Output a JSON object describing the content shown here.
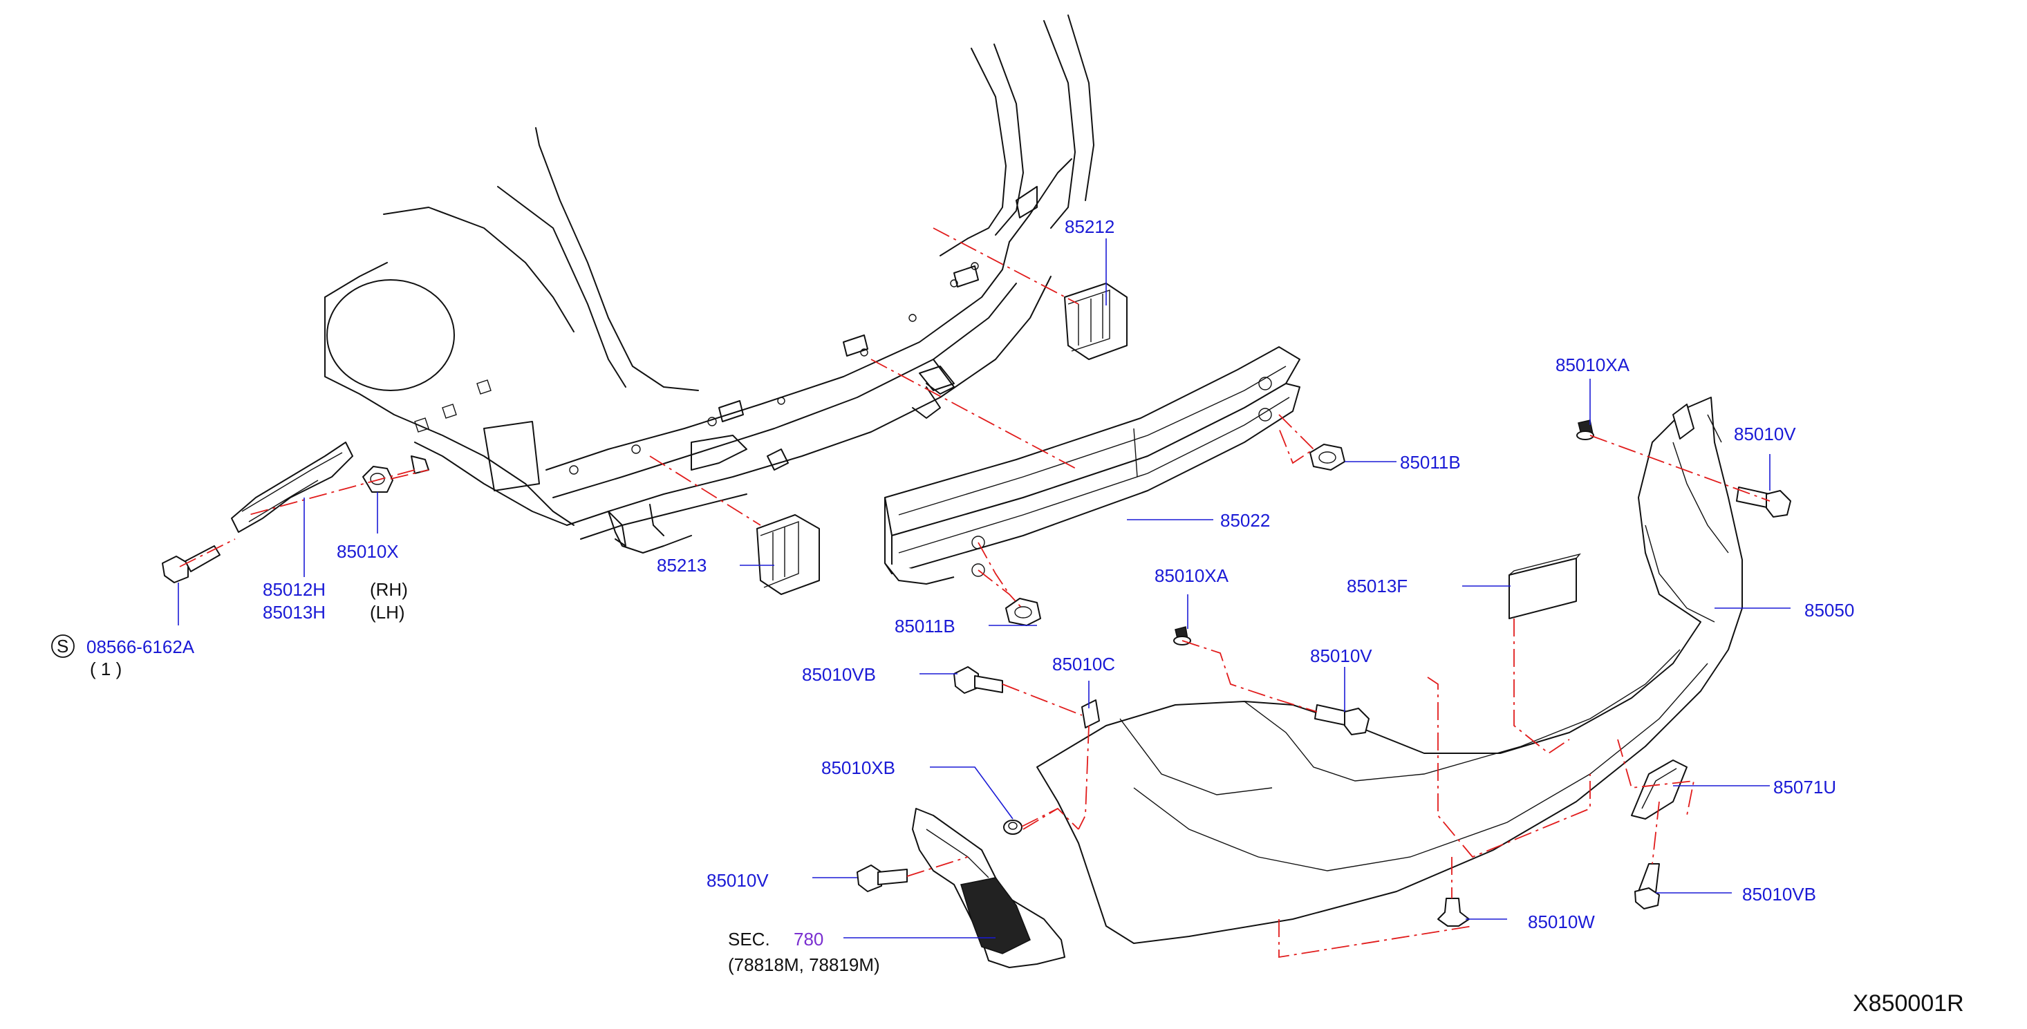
{
  "diagram_id": "X850001R",
  "labels": {
    "p85212": "85212",
    "p85213": "85213",
    "p85022": "85022",
    "p85011B_top": "85011B",
    "p85011B_bottom": "85011B",
    "p85010XA_top": "85010XA",
    "p85010XA_mid": "85010XA",
    "p85010V_top": "85010V",
    "p85010V_mid": "85010V",
    "p85010V_left": "85010V",
    "p85050": "85050",
    "p85013F": "85013F",
    "p85010VB_left": "85010VB",
    "p85010VB_right": "85010VB",
    "p85010C": "85010C",
    "p85010XB": "85010XB",
    "p85071U": "85071U",
    "p85010W": "85010W",
    "p85010X": "85010X",
    "p85012H": "85012H",
    "p85013H": "85013H",
    "rh": "(RH)",
    "lh": "(LH)",
    "s_symbol": "S",
    "p08566": "08566-6162A",
    "qty": "(   1   )",
    "sec_prefix": "SEC.",
    "sec_num": "780",
    "sec_parts": "(78818M,   78819M)"
  },
  "colors": {
    "label": "#1a1ad6",
    "dash": "#e11b1b",
    "sec": "#7a2fd0",
    "line": "#111111"
  }
}
